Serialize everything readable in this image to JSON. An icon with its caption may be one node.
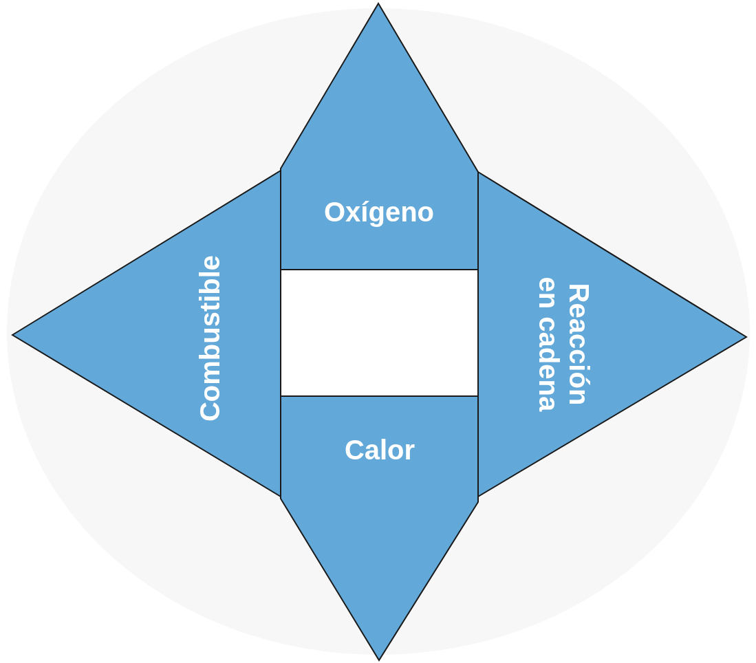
{
  "diagram": {
    "nodes": [
      {
        "text": [
          "Oxígeno"
        ]
      },
      {
        "text": [
          "Combustible"
        ]
      },
      {
        "text": [],
        "shape": "box"
      },
      {
        "text": [
          "Reacción en cadena"
        ]
      },
      {
        "text": [
          "Calor"
        ]
      }
    ]
  }
}
